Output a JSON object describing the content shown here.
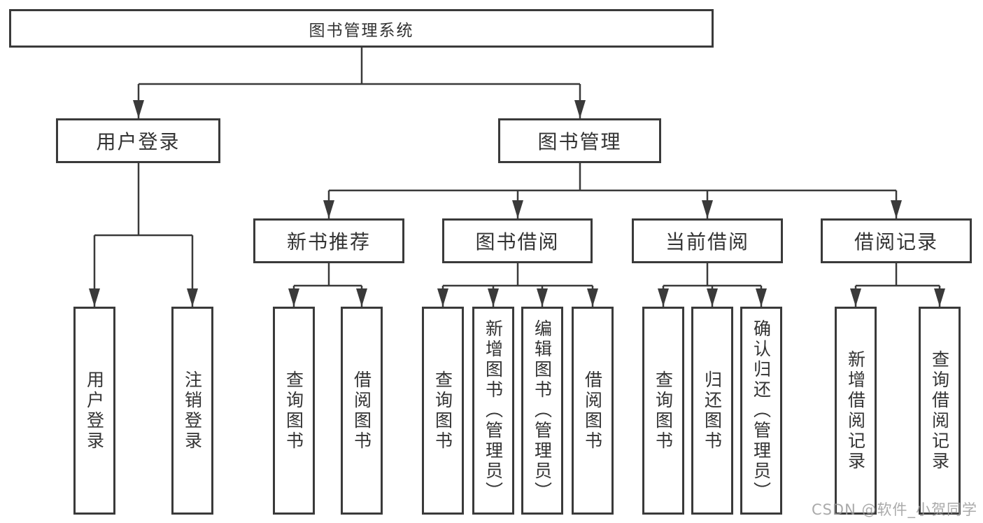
{
  "diagram": {
    "root": {
      "label": "图书管理系统"
    },
    "level1": [
      {
        "label": "用户登录"
      },
      {
        "label": "图书管理"
      }
    ],
    "level2": [
      {
        "label": "新书推荐"
      },
      {
        "label": "图书借阅"
      },
      {
        "label": "当前借阅"
      },
      {
        "label": "借阅记录"
      }
    ],
    "leaves": {
      "user_login": [
        {
          "label": "用户登录"
        },
        {
          "label": "注销登录"
        }
      ],
      "new_book_recommend": [
        {
          "label": "查询图书"
        },
        {
          "label": "借阅图书"
        }
      ],
      "book_borrowing": [
        {
          "label": "查询图书"
        },
        {
          "label": "新增图书（管理员）"
        },
        {
          "label": "编辑图书（管理员）"
        },
        {
          "label": "借阅图书"
        }
      ],
      "current_borrowing": [
        {
          "label": "查询图书"
        },
        {
          "label": "归还图书"
        },
        {
          "label": "确认归还（管理员）"
        }
      ],
      "borrowing_records": [
        {
          "label": "新增借阅记录"
        },
        {
          "label": "查询借阅记录"
        }
      ]
    }
  },
  "watermark": {
    "text": "CSDN @软件_小贺同学"
  },
  "colors": {
    "background": "#ffffff",
    "border": "#3a3a3a",
    "connector": "#3a3a3a",
    "text": "#333333",
    "watermark": "#9b9b9b"
  }
}
